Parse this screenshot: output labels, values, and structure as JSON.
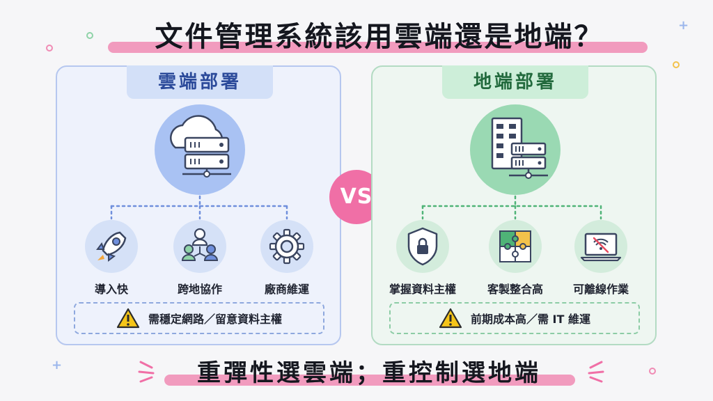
{
  "title": "文件管理系統該用雲端還是地端？",
  "cloud": {
    "header": "雲端部署",
    "main_icon": "cloud-server-icon",
    "features": [
      {
        "label": "導入快",
        "icon": "rocket-icon"
      },
      {
        "label": "跨地協作",
        "icon": "team-collaboration-icon"
      },
      {
        "label": "廠商維運",
        "icon": "gear-icon"
      }
    ],
    "warning": "需穩定網路／留意資料主權"
  },
  "vs": "VS",
  "local": {
    "header": "地端部署",
    "main_icon": "building-server-icon",
    "features": [
      {
        "label": "掌握資料主權",
        "icon": "lock-shield-icon"
      },
      {
        "label": "客製整合高",
        "icon": "puzzle-icon"
      },
      {
        "label": "可離線作業",
        "icon": "offline-laptop-icon"
      }
    ],
    "warning": "前期成本高／需 IT 維運"
  },
  "footer": "重彈性選雲端；重控制選地端",
  "colors": {
    "accent_pink": "#f06fa6",
    "cloud_blue": "#a9c2f3",
    "local_green": "#9ad9b3",
    "warning_yellow": "#f5c518"
  }
}
